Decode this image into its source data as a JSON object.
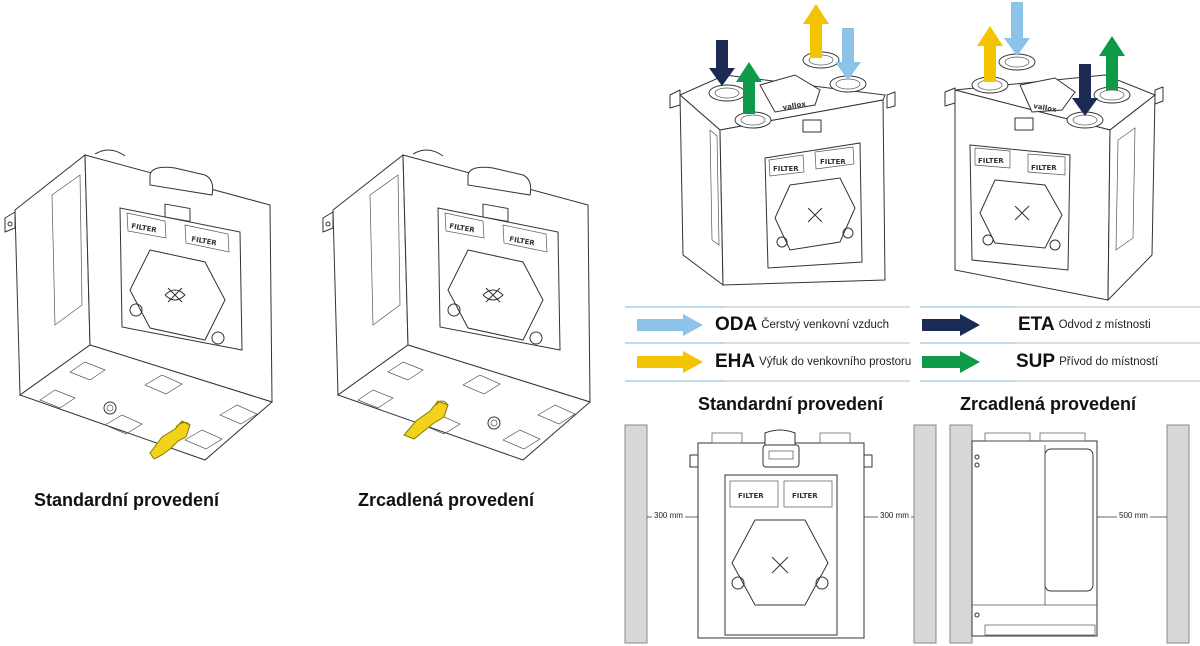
{
  "captions": {
    "bottom_left_standard": "Standardní provedení",
    "bottom_left_mirrored": "Zrcadlená provedení",
    "right_standard": "Standardní provedení",
    "right_mirrored": "Zrcadlená provedení"
  },
  "filter_label": "FILTER",
  "brand_label": "vallox",
  "legend": [
    {
      "code": "ODA",
      "desc": "Čerstvý venkovní vzduch",
      "color": "#8dc3e8"
    },
    {
      "code": "ETA",
      "desc": "Odvod z místnosti",
      "color": "#1b2a52"
    },
    {
      "code": "EHA",
      "desc": "Výfuk do venkovního prostoru",
      "color": "#f5c400"
    },
    {
      "code": "SUP",
      "desc": "Přívod do místností",
      "color": "#0f9a4a"
    }
  ],
  "legend_line_color": "#7ab8d8",
  "drain_color": "#f2d21a",
  "dimensions": {
    "left": "300 mm",
    "right": "300 mm",
    "side": "500 mm"
  }
}
